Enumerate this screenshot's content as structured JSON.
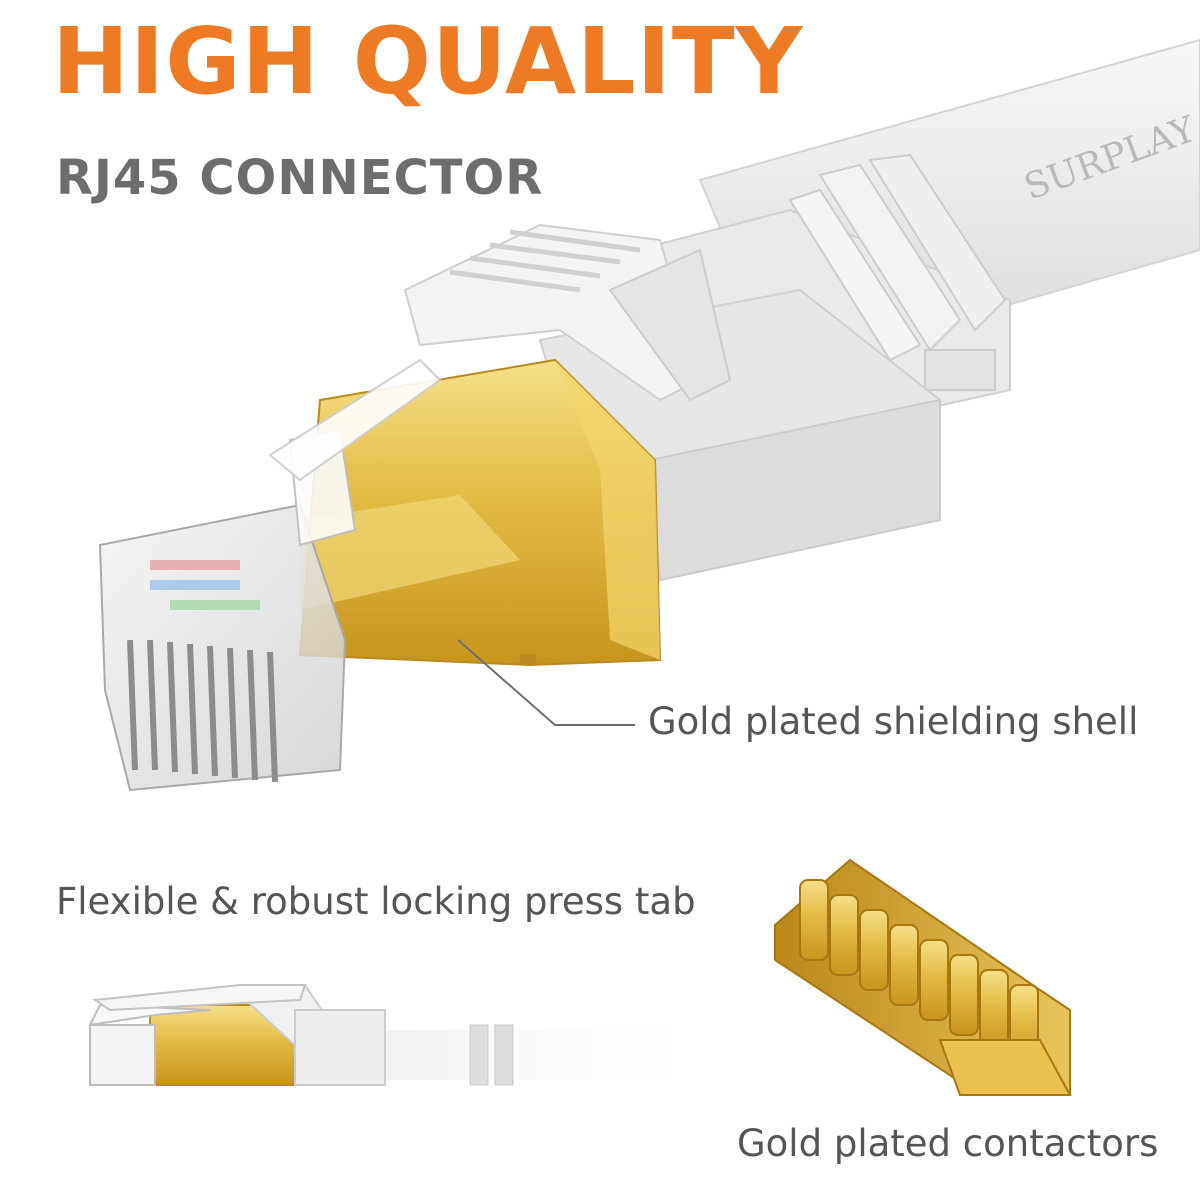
{
  "headline": "HIGH QUALITY",
  "subheadline": "RJ45 CONNECTOR",
  "brand_on_cable": "SURPLAY",
  "callouts": {
    "shielding_shell": "Gold plated shielding shell",
    "locking_tab": "Flexible & robust locking press tab",
    "contactors": "Gold plated contactors"
  },
  "colors": {
    "headline": "#ee7a24",
    "subheadline": "#6d6d6d",
    "caption": "#555555",
    "gold": "#e0b73a",
    "cable_white": "#ececec"
  },
  "icons": [
    "rj45-connector-illustration",
    "flat-cable-icon",
    "contactor-block-icon"
  ]
}
